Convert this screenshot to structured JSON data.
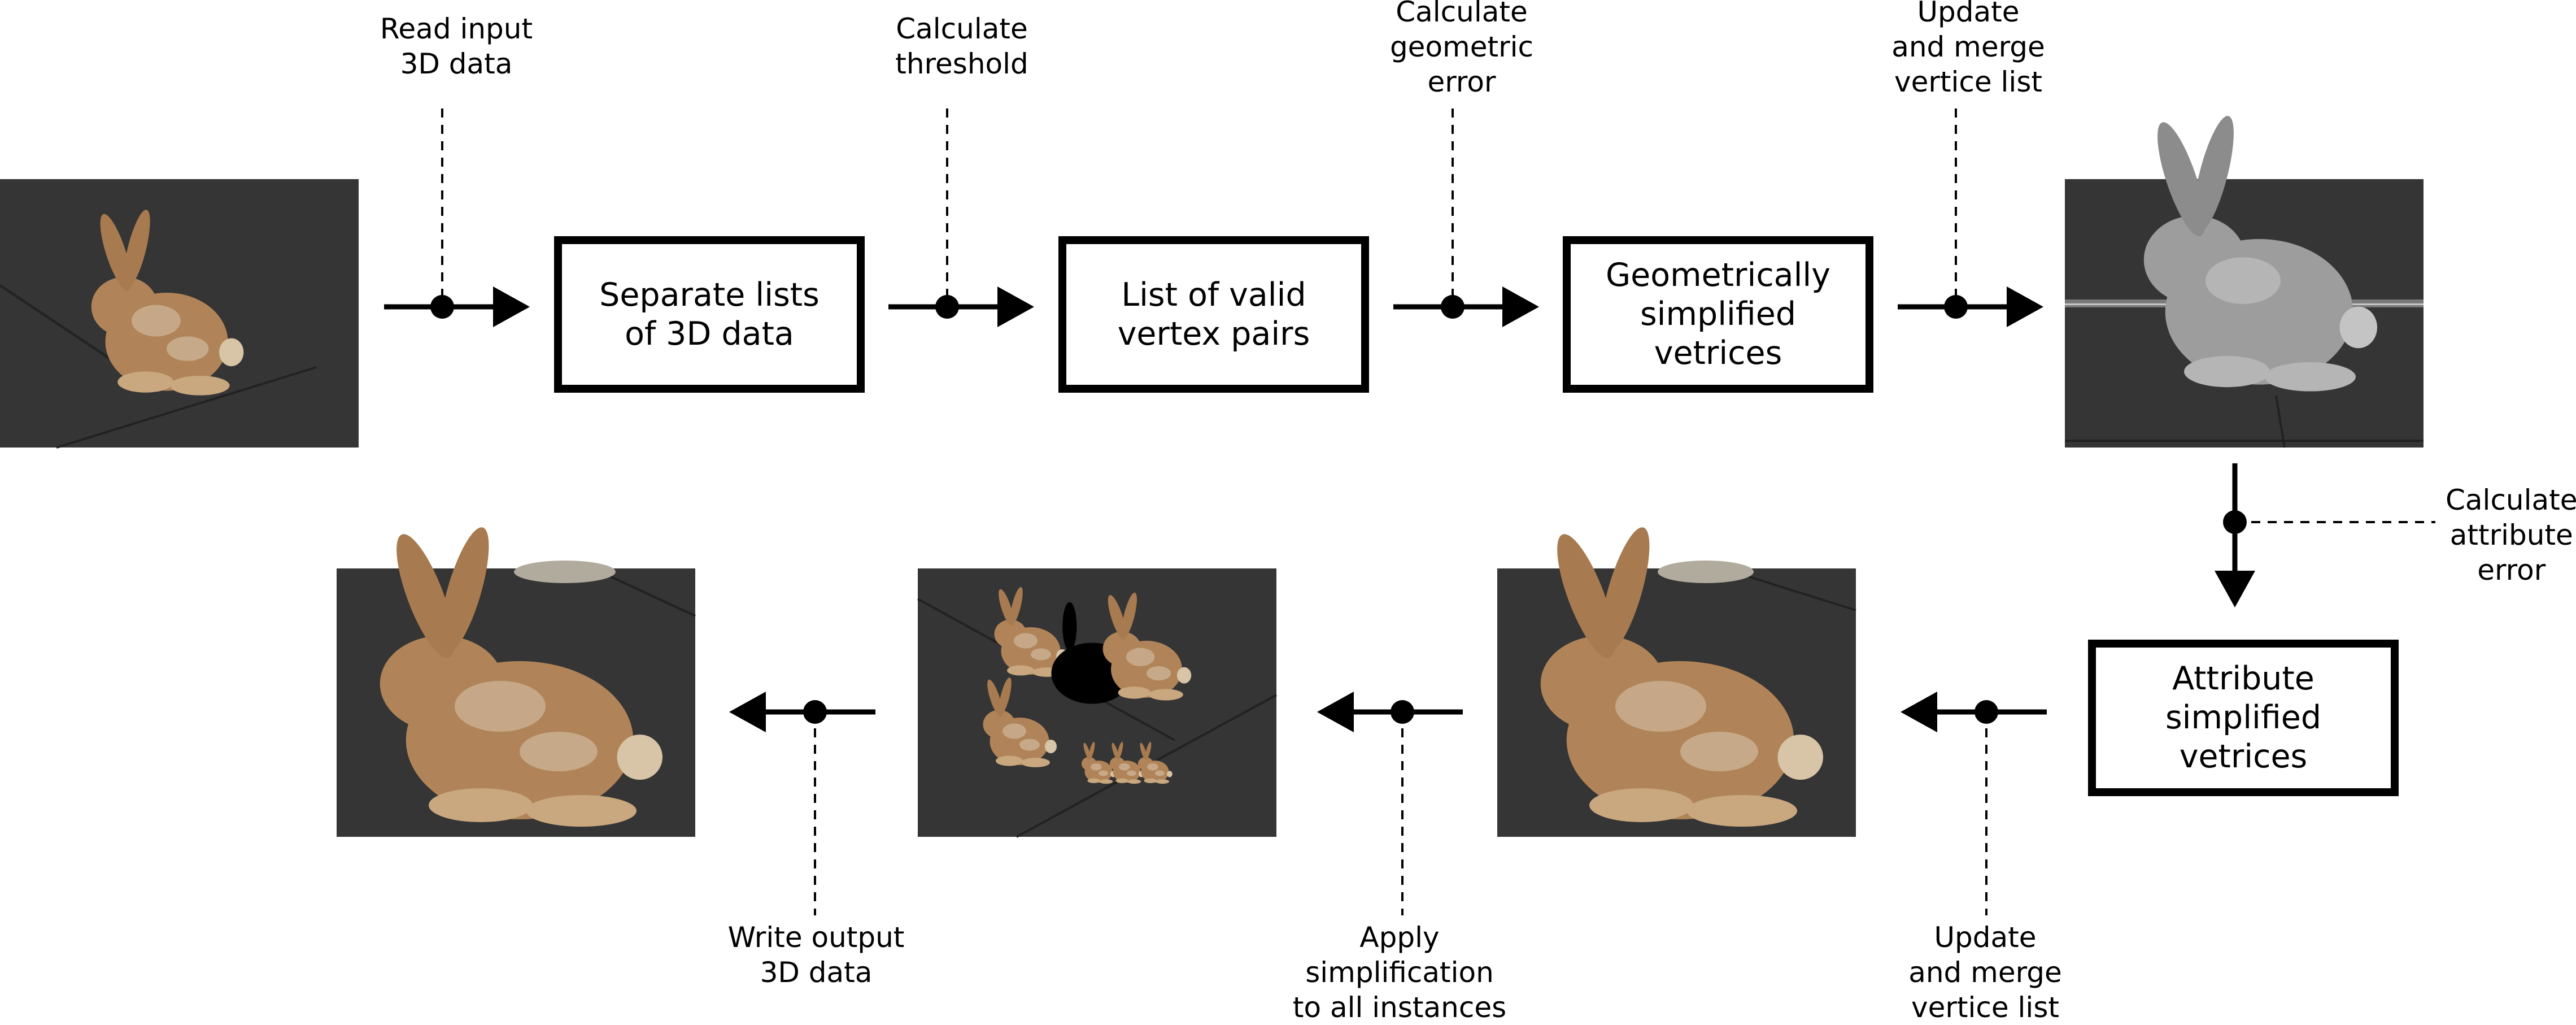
{
  "colors": {
    "ink": "#000000",
    "paper": "#ffffff",
    "viewport": "#353535",
    "bunny_textured": "#b08458",
    "bunny_grey": "#9d9d9d"
  },
  "process_boxes": {
    "separate": "Separate lists\nof 3D data",
    "valid_pairs": "List of valid\nvertex pairs",
    "geometric": "Geometrically\nsimplified\nvetrices",
    "attribute": "Attribute\nsimplified\nvetrices"
  },
  "step_labels": {
    "read_input": "Read input\n3D data",
    "threshold": "Calculate\nthreshold",
    "geometric_error": "Calculate\ngeometric\nerror",
    "update_merge_top": "Update\nand merge\nvertice list",
    "attribute_error": "Calculate\nattribute\nerror",
    "update_merge_bottom": "Update\nand merge\nvertice list",
    "apply_instances": "Apply\nsimplification\nto all instances",
    "write_output": "Write output\n3D data"
  },
  "images": {
    "input_model": "bunny-textured",
    "geometric_result": "bunny-untextured",
    "attribute_result": "bunny-textured",
    "instances": "bunny-instances",
    "output_model": "bunny-textured"
  }
}
